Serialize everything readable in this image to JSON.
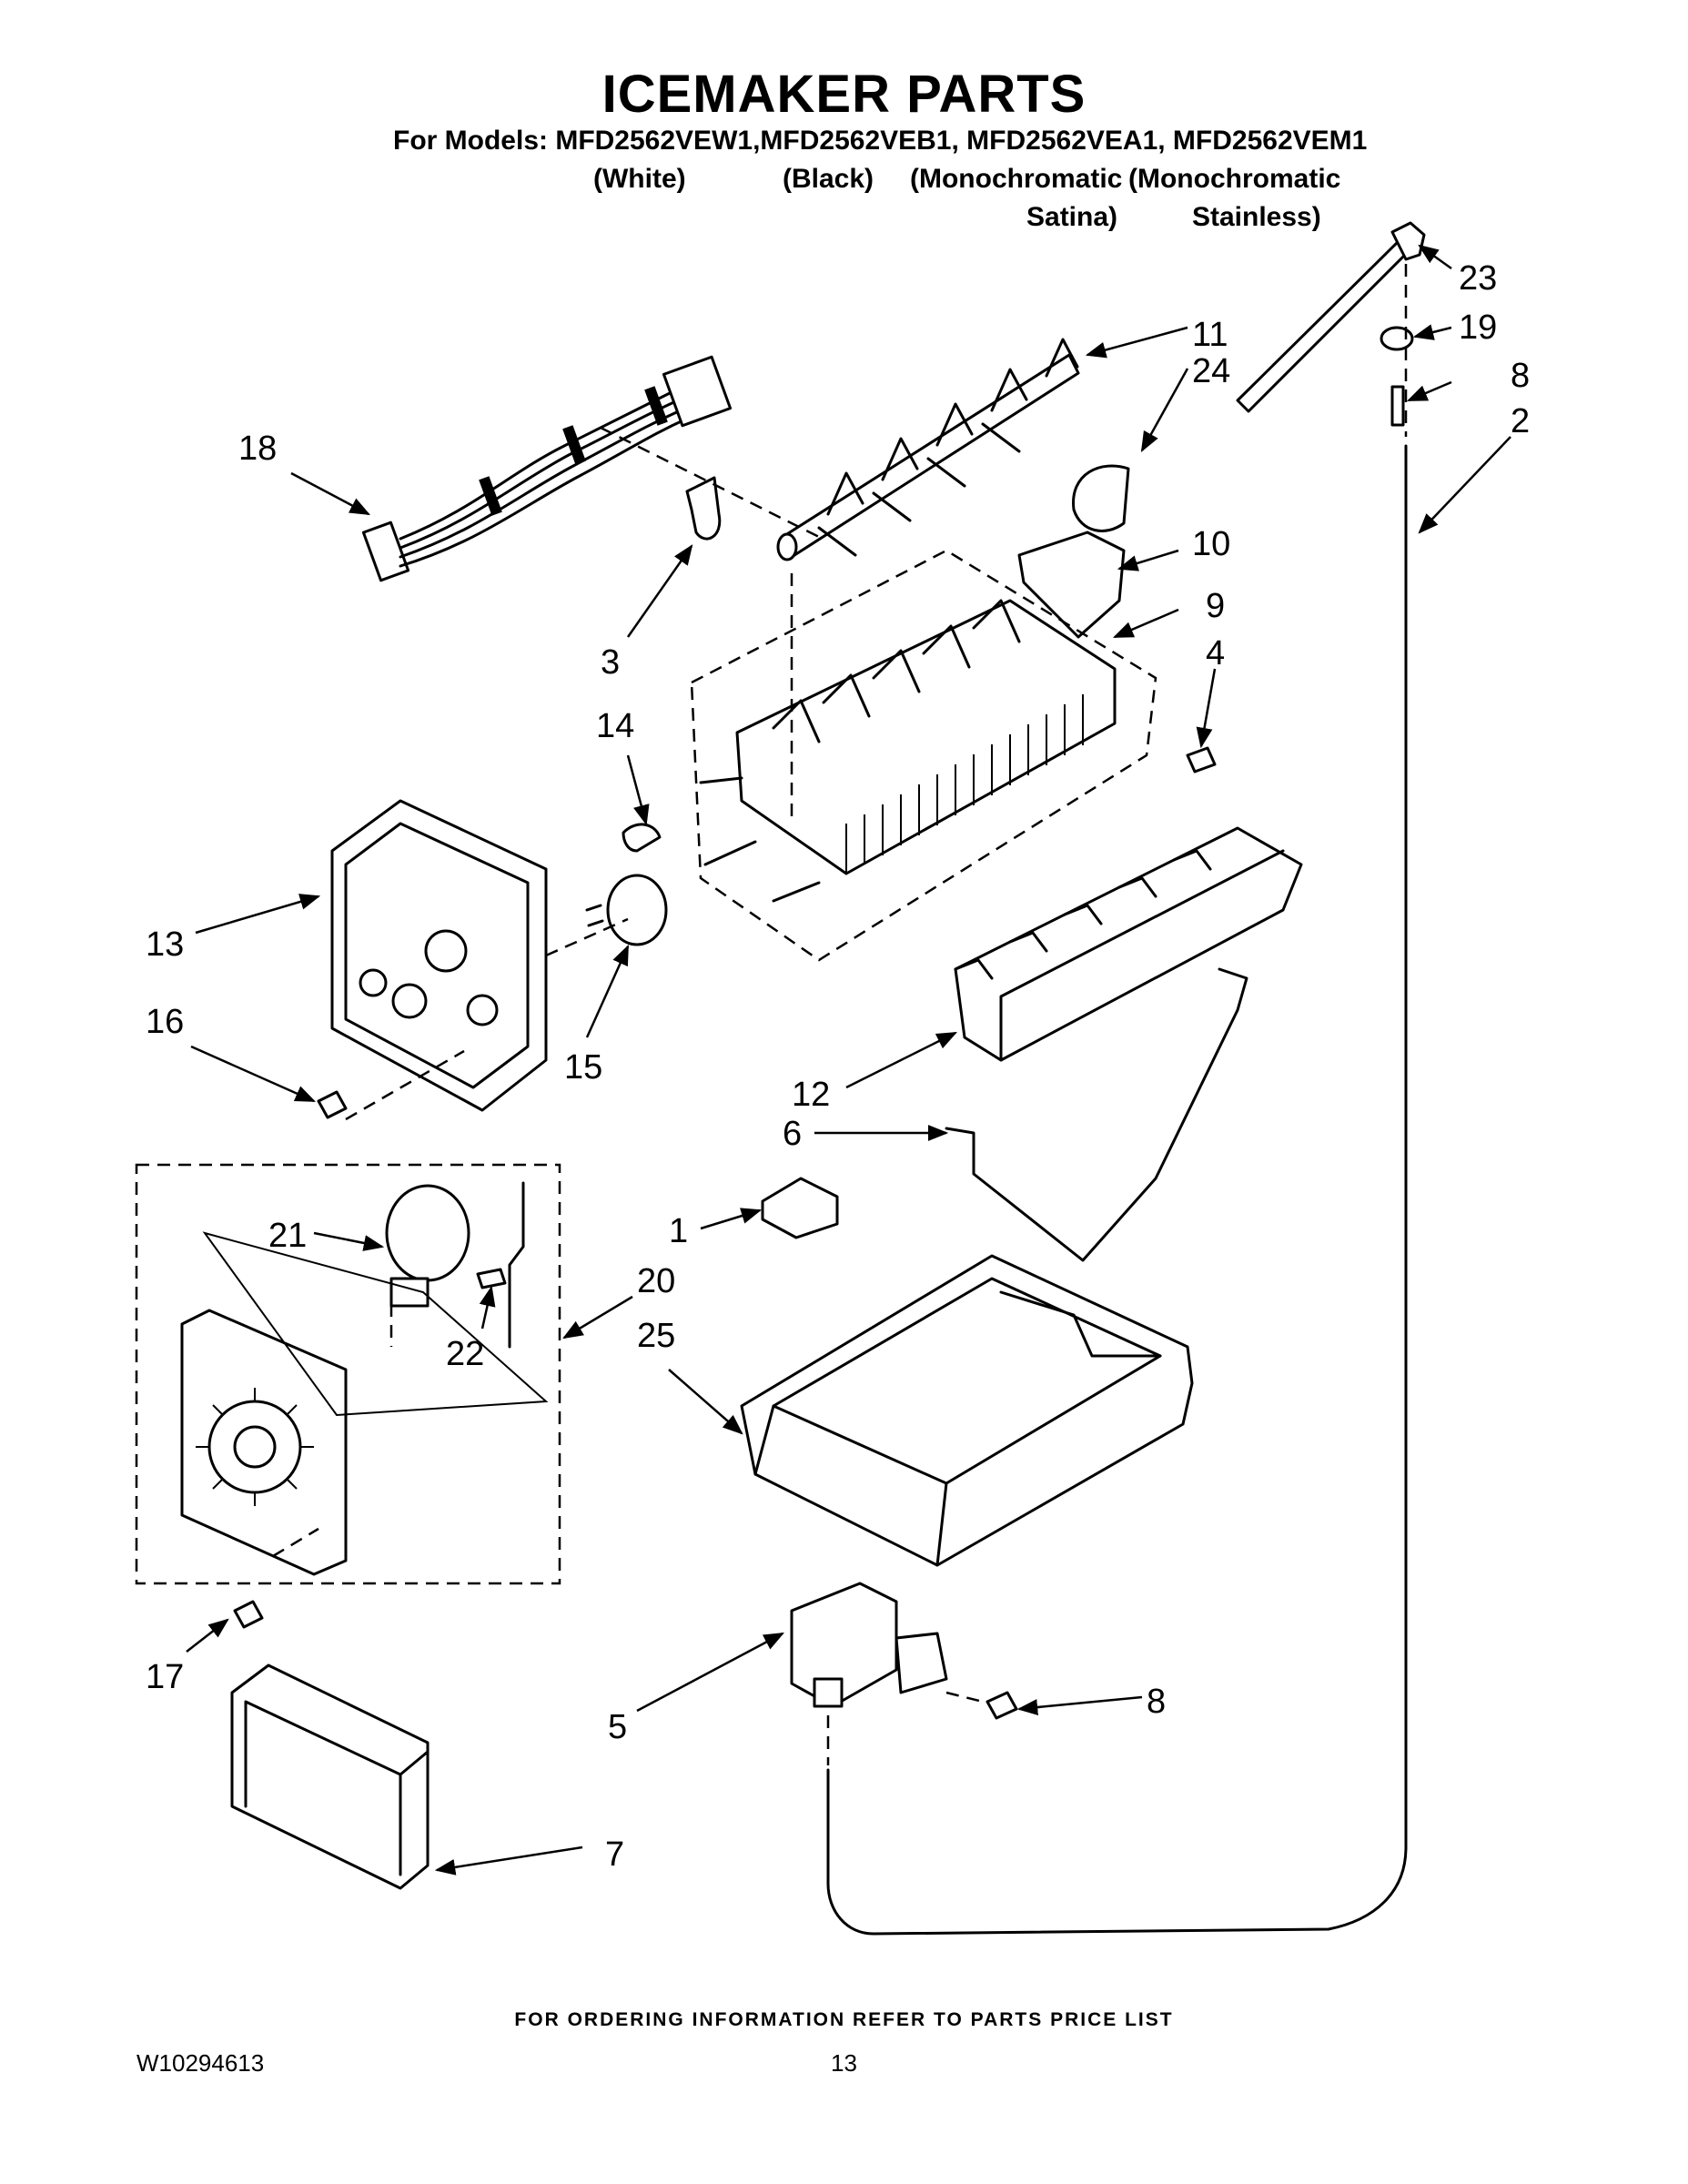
{
  "header": {
    "title": "ICEMAKER PARTS",
    "models_line": "For Models: MFD2562VEW1,MFD2562VEB1, MFD2562VEA1, MFD2562VEM1",
    "color_white": "(White)",
    "color_black": "(Black)",
    "color_mono1": "(Monochromatic",
    "color_mono2": "(Monochromatic",
    "color_satina": "Satina)",
    "color_stainless": "Stainless)"
  },
  "callouts": {
    "c1": "1",
    "c2": "2",
    "c3": "3",
    "c4": "4",
    "c5": "5",
    "c6": "6",
    "c7": "7",
    "c8a": "8",
    "c8b": "8",
    "c9": "9",
    "c10": "10",
    "c11": "11",
    "c12": "12",
    "c13": "13",
    "c14": "14",
    "c15": "15",
    "c16": "16",
    "c17": "17",
    "c18": "18",
    "c19": "19",
    "c20": "20",
    "c21": "21",
    "c22": "22",
    "c23": "23",
    "c24": "24",
    "c25": "25"
  },
  "footer": {
    "note": "FOR ORDERING INFORMATION REFER TO PARTS PRICE LIST",
    "doc_id": "W10294613",
    "page_number": "13"
  }
}
